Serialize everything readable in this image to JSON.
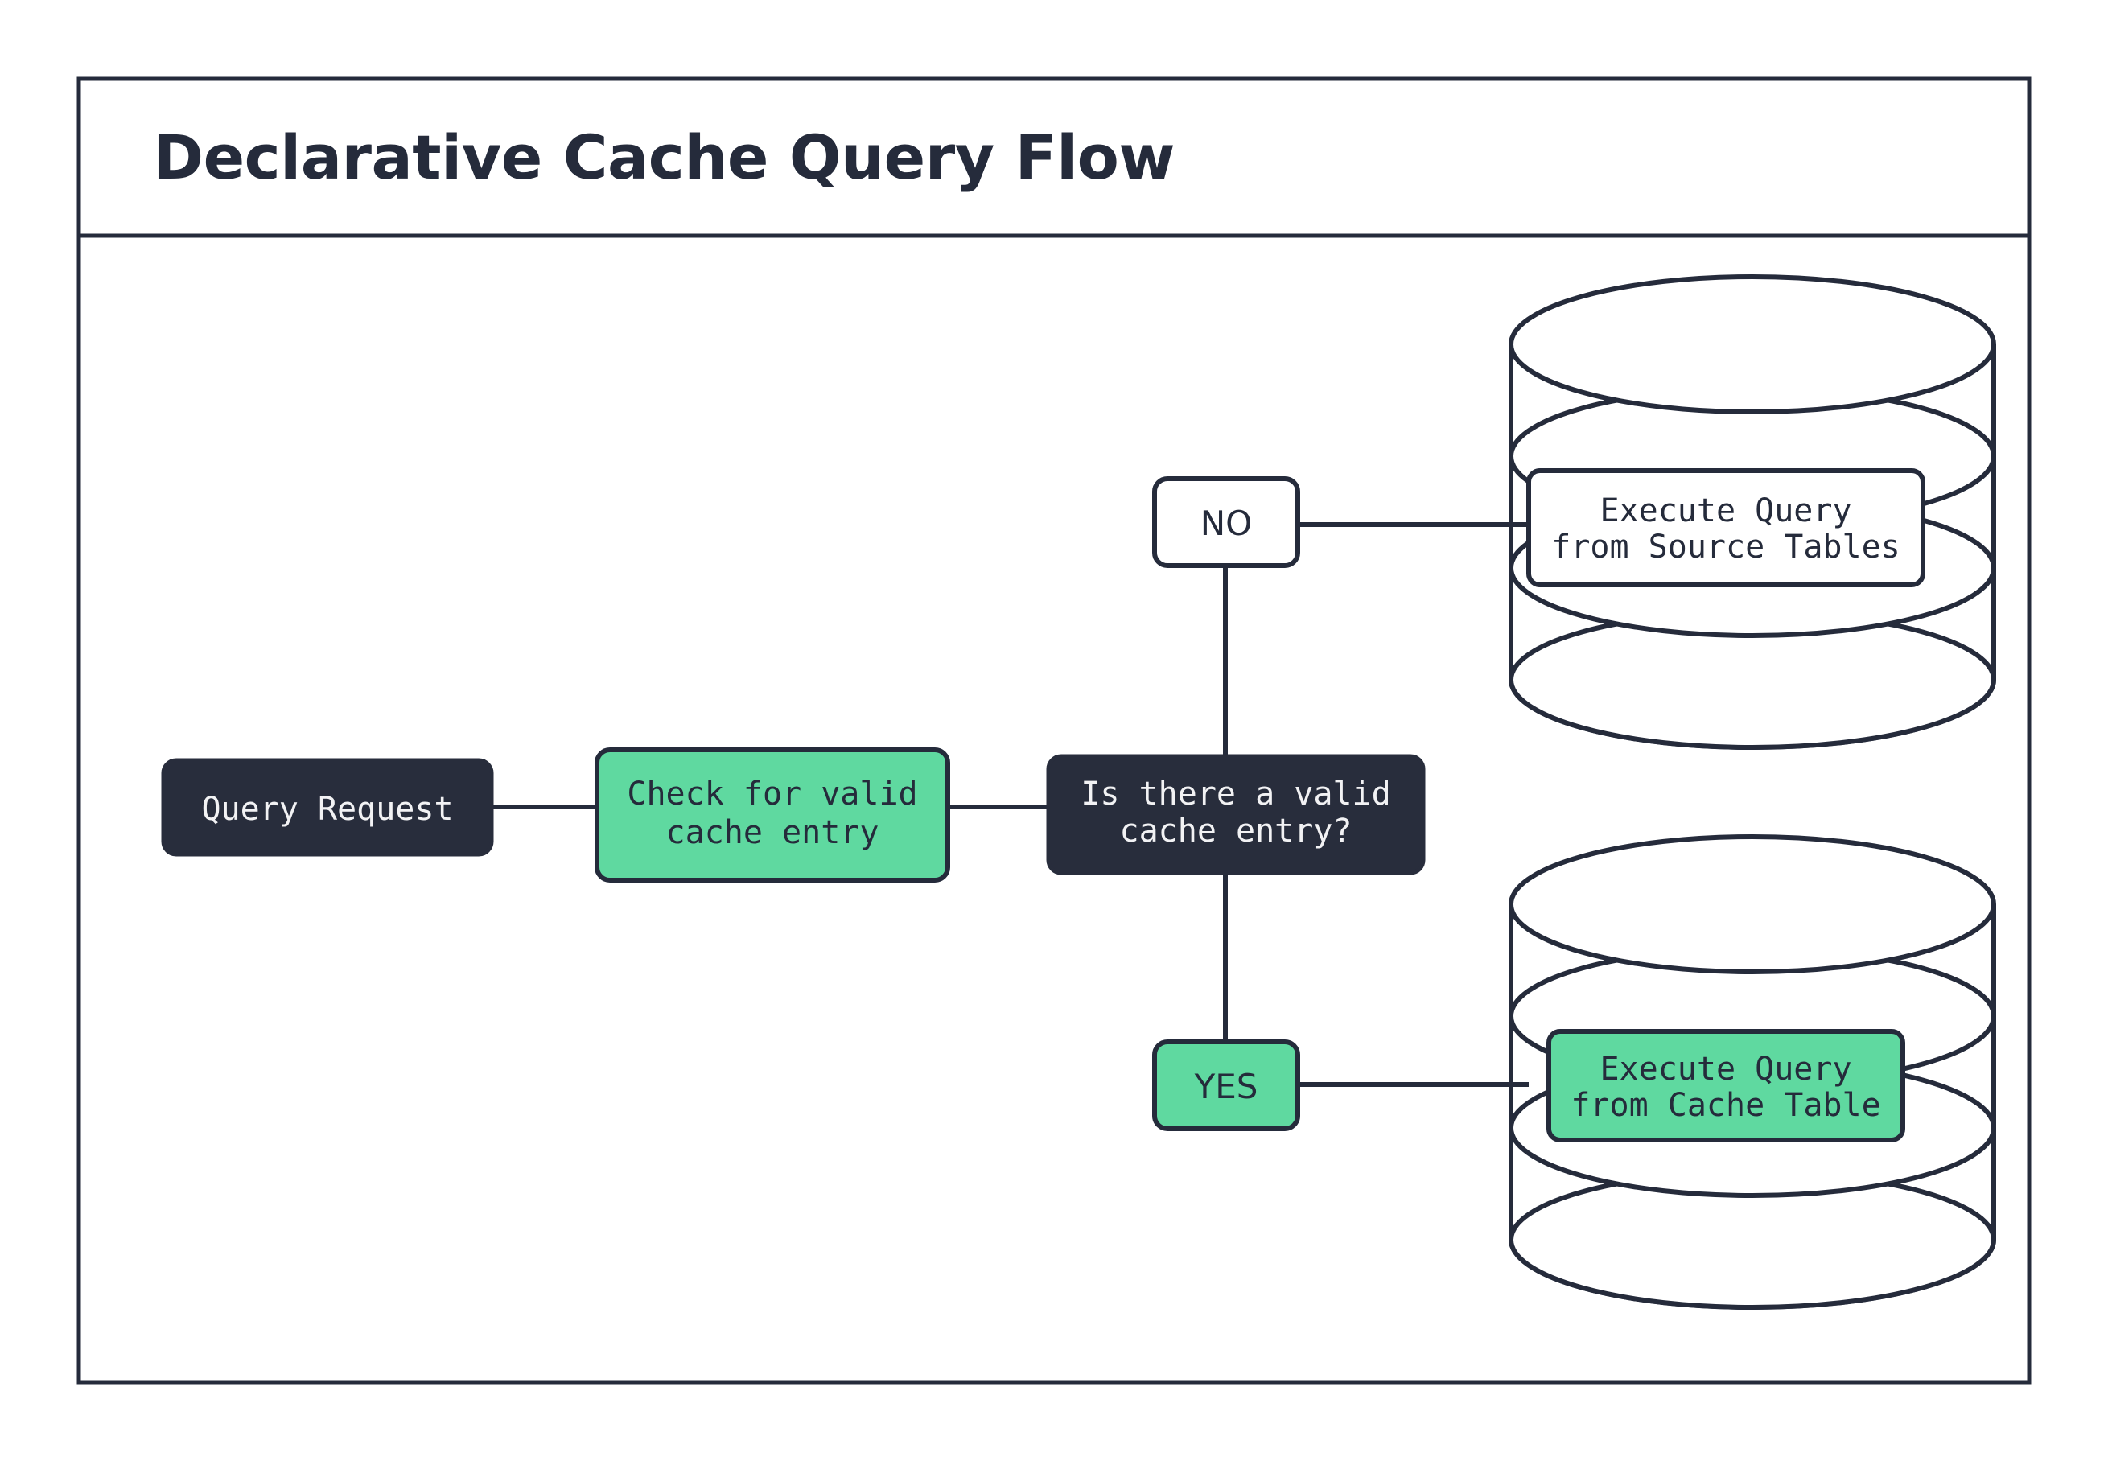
{
  "page": {
    "title": "Declarative Cache Query Flow",
    "background_color": "#ffffff"
  },
  "colors": {
    "ink": "#252B3B",
    "node_dark_fill": "#282D3C",
    "node_dark_text": "#F2F2F4",
    "accent_green": "#5FD9A0",
    "white": "#FFFFFF"
  },
  "frame": {
    "border_color": "#252B3B"
  },
  "flow": {
    "nodes": [
      {
        "id": "query-request",
        "label": "Query Request",
        "lines": [
          "Query Request"
        ],
        "shape": "rounded-rect",
        "fill": "#282D3C",
        "text_color": "#F2F2F4"
      },
      {
        "id": "check-cache",
        "label": "Check for valid cache entry",
        "lines": [
          "Check for valid",
          "cache entry"
        ],
        "shape": "rounded-rect",
        "fill": "#5FD9A0",
        "text_color": "#252B3B"
      },
      {
        "id": "decision-valid-cache",
        "label": "Is there a valid cache entry?",
        "lines": [
          "Is there a valid",
          "cache entry?"
        ],
        "shape": "rounded-rect",
        "fill": "#282D3C",
        "text_color": "#F2F2F4"
      },
      {
        "id": "branch-no",
        "label": "NO",
        "lines": [
          "NO"
        ],
        "shape": "rounded-rect",
        "fill": "#FFFFFF",
        "text_color": "#252B3B"
      },
      {
        "id": "branch-yes",
        "label": "YES",
        "lines": [
          "YES"
        ],
        "shape": "rounded-rect",
        "fill": "#5FD9A0",
        "text_color": "#252B3B"
      },
      {
        "id": "execute-source",
        "label": "Execute Query from Source Tables",
        "lines": [
          "Execute Query",
          "from Source Tables"
        ],
        "shape": "rounded-rect-on-cylinder",
        "fill": "#FFFFFF",
        "text_color": "#252B3B"
      },
      {
        "id": "execute-cache",
        "label": "Execute Query from Cache Table",
        "lines": [
          "Execute Query",
          "from Cache Table"
        ],
        "shape": "rounded-rect-on-cylinder",
        "fill": "#5FD9A0",
        "text_color": "#252B3B"
      }
    ],
    "databases": [
      {
        "id": "source-database",
        "icon": "database-cylinder-icon",
        "contains": "execute-source"
      },
      {
        "id": "cache-database",
        "icon": "database-cylinder-icon",
        "contains": "execute-cache"
      }
    ],
    "edges": [
      {
        "from": "query-request",
        "to": "check-cache",
        "label": ""
      },
      {
        "from": "check-cache",
        "to": "decision-valid-cache",
        "label": ""
      },
      {
        "from": "decision-valid-cache",
        "to": "branch-no",
        "label": "NO"
      },
      {
        "from": "decision-valid-cache",
        "to": "branch-yes",
        "label": "YES"
      },
      {
        "from": "branch-no",
        "to": "execute-source",
        "label": ""
      },
      {
        "from": "branch-yes",
        "to": "execute-cache",
        "label": ""
      }
    ]
  }
}
